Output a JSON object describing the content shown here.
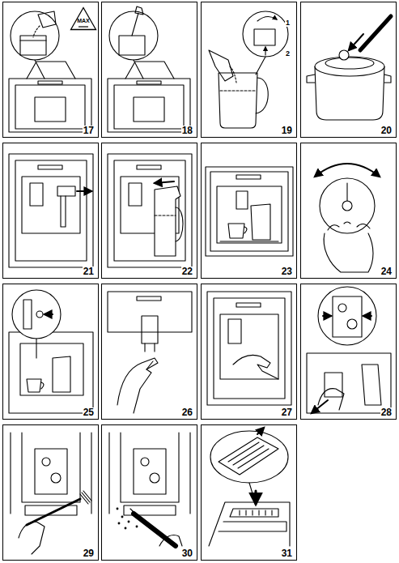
{
  "diagram": {
    "nodes": [
      {
        "text": [
          "17"
        ]
      },
      {
        "text": [
          "MAX"
        ],
        "in": 0
      },
      {
        "text": [
          "18"
        ]
      },
      {
        "text": [
          "19"
        ]
      },
      {
        "text": [
          "20"
        ]
      },
      {
        "text": [
          "21"
        ]
      },
      {
        "text": [
          "22"
        ]
      },
      {
        "text": [
          "23"
        ]
      },
      {
        "text": [
          "24"
        ]
      },
      {
        "text": [
          "25"
        ]
      },
      {
        "text": [
          "26"
        ]
      },
      {
        "text": [
          "27"
        ]
      },
      {
        "text": [
          "28"
        ]
      },
      {
        "text": [
          "29"
        ]
      },
      {
        "text": [
          "30"
        ]
      },
      {
        "text": [
          "31"
        ]
      }
    ],
    "labels": [
      "1",
      "2"
    ]
  }
}
